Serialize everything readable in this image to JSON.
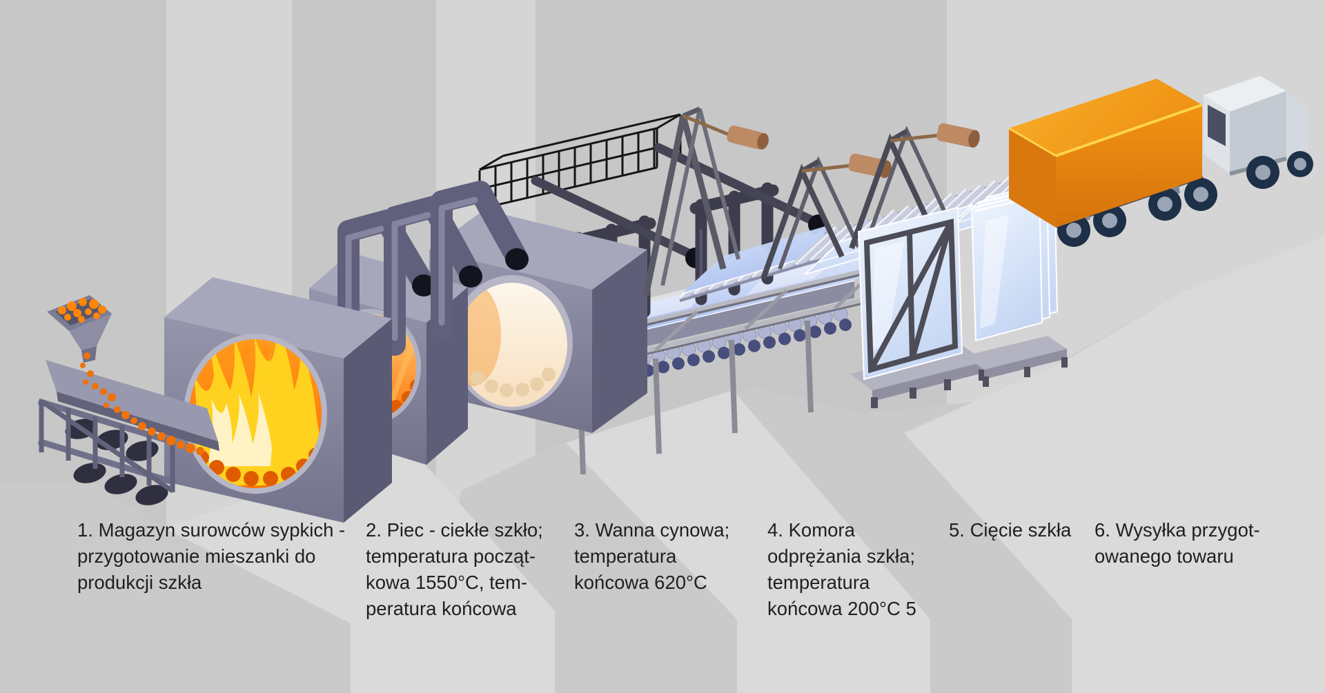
{
  "background": {
    "wall_dark": "#c7c7c7",
    "wall_light": "#d5d5d5",
    "floor_dark": "#cacaca",
    "floor_light": "#dadada"
  },
  "palette": {
    "machine_slate": "#8d8da4",
    "machine_slate_dark": "#5e5e78",
    "machine_slate_light": "#a7a7bc",
    "flame_yellow": "#ffd21f",
    "flame_white": "#fff3cf",
    "molten_orange": "#ff7404",
    "glass_blue": "#c6d7f4",
    "pipe_charcoal": "#3d3d4d",
    "truck_orange": "#ef9013",
    "paddle_brown": "#bd8a64",
    "text_color": "#1f1f1f"
  },
  "steps": [
    {
      "number": "1.",
      "lines": [
        "1. Magazyn surowców sypkich -",
        "przygotowanie mieszanki do",
        "produkcji szkła"
      ]
    },
    {
      "number": "2.",
      "lines": [
        "2. Piec - ciekłe szkło;",
        "temperatura począt-",
        "kowa 1550°C, tem-",
        "peratura końcowa"
      ]
    },
    {
      "number": "3.",
      "lines": [
        "3. Wanna cynowa;",
        "temperatura",
        "końcowa 620°C"
      ]
    },
    {
      "number": "4.",
      "lines": [
        "4. Komora",
        "odprężania szkła;",
        "temperatura",
        "końcowa 200°C 5"
      ]
    },
    {
      "number": "5.",
      "lines": [
        "5. Cięcie szkła"
      ]
    },
    {
      "number": "6.",
      "lines": [
        "6. Wysyłka przygot-",
        "owanego towaru"
      ]
    }
  ],
  "illustration": {
    "parts": [
      "raw-material-hopper",
      "feed-chute",
      "storage-rack",
      "melting-furnace-1",
      "melting-furnace-2",
      "melting-furnace-3",
      "exhaust-pipes",
      "safety-cage",
      "tin-bath",
      "cooling-pipes",
      "bath-rail-frame",
      "roller-conveyor",
      "glass-ribbon",
      "cut-glass-sheets",
      "cutting-gantries",
      "glass-panel-rack",
      "glass-sheet-stack",
      "delivery-truck"
    ]
  }
}
